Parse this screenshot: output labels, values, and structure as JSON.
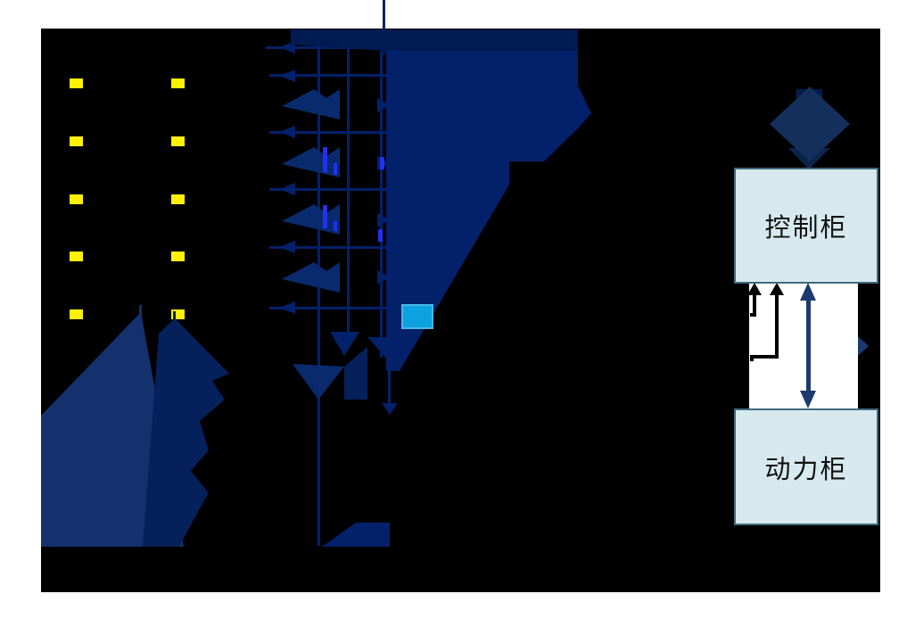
{
  "diagram": {
    "type": "equipment-schematic",
    "cabinets": {
      "control": {
        "label": "控制柜"
      },
      "power": {
        "label": "动力柜"
      }
    },
    "markers": {
      "yellow_squares": {
        "columns": 2,
        "rows": 5
      },
      "cyan_block": "cyan-block-marker"
    },
    "connectors": [
      "diamond-decision-to-control-cabinet-down-arrow",
      "black-elbow-up-arrows-into-control-cabinet",
      "navy-double-headed-arrow-control-to-power",
      "right-pointing-triangle-on-gap"
    ],
    "colors": {
      "page-bg": "#ffffff",
      "backdrop": "#000000",
      "navy-main": "#02216a",
      "navy-dark": "#001a52",
      "navy-dark2": "#05205a",
      "navy-mid": "#0a2a6e",
      "navy-light": "#14316e",
      "navy-shaft": "#0c2349",
      "navy-diamond": "#142f5c",
      "navy-arrow": "#1c3a6e",
      "bright-blue": "#2230f0",
      "cyan": "#0ca2df",
      "cyan-light": "#49b8e8",
      "yellow": "#fff100",
      "box-fill": "#d7e9ef",
      "box-border": "#3f6b7d",
      "label-color": "#111111"
    }
  }
}
